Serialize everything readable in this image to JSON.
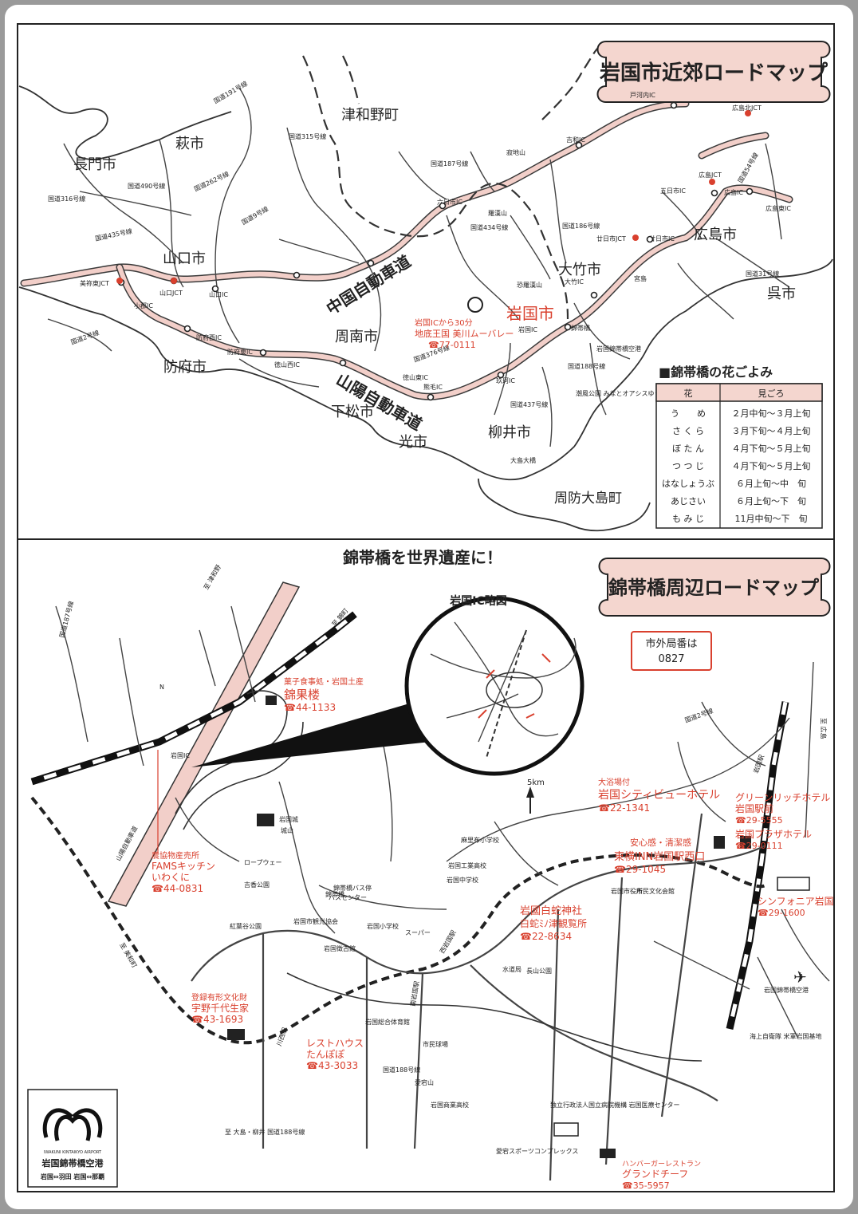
{
  "top_map": {
    "title": "岩国市近郊ロードマップ",
    "cities": [
      "津和野町",
      "萩市",
      "長門市",
      "山口市",
      "防府市",
      "周南市",
      "下松市",
      "光市",
      "柳井市",
      "岩国市",
      "大竹市",
      "広島市",
      "呉市",
      "周防大島町"
    ],
    "expressways": [
      "中国自動車道",
      "山陽自動車道"
    ],
    "small_labels": [
      "国道191号線",
      "国道315号線",
      "国道187号線",
      "国道490号線",
      "国道262号線",
      "国道9号線",
      "国道316号線",
      "国道435号線",
      "国道2号線",
      "国道376号線",
      "国道437号線",
      "国道188号線",
      "国道186号線",
      "国道434号線",
      "国道31号線",
      "国道54号線",
      "美祢東JCT",
      "小郡IC",
      "山口IC",
      "山口JCT",
      "防府西IC",
      "防府東IC",
      "徳山西IC",
      "徳山東IC",
      "熊毛IC",
      "玖珂IC",
      "岩国IC",
      "大竹IC",
      "廿日市JCT",
      "廿日市IC",
      "五日市IC",
      "広島IC",
      "広島JCT",
      "広島北JCT",
      "広島東IC",
      "六日市IC",
      "吉和IC",
      "戸河内IC",
      "宮島",
      "錦帯橋",
      "岩国錦帯橋空港",
      "潮風公園 みなとオアシスゆう",
      "大島大橋",
      "寂地山",
      "羅漢山",
      "恐羅漢山"
    ],
    "attraction": {
      "note": "岩国ICから30分",
      "name": "地底王国 美川ムーバレー",
      "tel": "☎77-0111"
    }
  },
  "flower_calendar": {
    "title": "■錦帯橋の花ごよみ",
    "headers": [
      "花",
      "見ごろ"
    ],
    "rows": [
      [
        "う　　め",
        "２月中旬～３月上旬"
      ],
      [
        "さ く ら",
        "３月下旬～４月上旬"
      ],
      [
        "ぼ た ん",
        "４月下旬～５月上旬"
      ],
      [
        "つ つ じ",
        "４月下旬～５月上旬"
      ],
      [
        "はなしょうぶ",
        "６月上旬～中　旬"
      ],
      [
        "あじさい",
        "６月上旬～下　旬"
      ],
      [
        "も み じ",
        "11月中旬～下　旬"
      ]
    ]
  },
  "slogan": "錦帯橋を世界遺産に！",
  "bottom_map": {
    "title": "錦帯橋周辺ロードマップ",
    "area_code_box": {
      "line1": "市外局番は",
      "line2": "0827"
    },
    "inset_title": "岩国IC略図",
    "listings": [
      {
        "lines": [
          "岩国土産",
          "錦果楼"
        ],
        "tel": "☎44-1133",
        "pre": "菓子食事処・"
      },
      {
        "lines": [
          "農協物産売所",
          "FAMSキッチン",
          "いわくに"
        ],
        "tel": "☎44-0831"
      },
      {
        "lines": [
          "大浴場付",
          "岩国シティビューホテル"
        ],
        "tel": "☎22-1341"
      },
      {
        "lines": [
          "グリーンリッチホテル",
          "岩国駅前"
        ],
        "tel": "☎29-5555"
      },
      {
        "lines": [
          "岩国プラザホテル"
        ],
        "tel": "☎29-0111"
      },
      {
        "lines": [
          "安心感・清潔感",
          "東横INN岩国駅西口"
        ],
        "tel": "☎29-1045"
      },
      {
        "lines": [
          "シンフォニア岩国"
        ],
        "tel": "☎29-1600"
      },
      {
        "lines": [
          "岩國白蛇神社",
          "白蛇ﾐﾉ津観覧所"
        ],
        "tel": "☎22-8634"
      },
      {
        "lines": [
          "登録有形文化財",
          "宇野千代生家"
        ],
        "tel": "☎43-1693"
      },
      {
        "lines": [
          "レストハウス",
          "たんぽぽ"
        ],
        "tel": "☎43-3033"
      },
      {
        "lines": [
          "ハンバーガーレストラン",
          "グランドチーフ"
        ],
        "tel": "☎35-5957"
      }
    ],
    "small_labels": [
      "国道187号線",
      "国道2号線",
      "国道188号線",
      "岩国IC",
      "山陽自動車道",
      "錦帯橋",
      "岩国城",
      "城山",
      "ロープウェー",
      "吉香公園",
      "錦帯橋バス停",
      "バスセンター",
      "岩国市観光協会",
      "岩国徴古館",
      "紅葉谷公園",
      "愛宕山",
      "岩国駅",
      "川西駅",
      "西岩国駅",
      "南岩国駅",
      "岩国市役所",
      "岩国総合体育館",
      "市民球場",
      "岩国工業高校",
      "岩国中学校",
      "岩国小学校",
      "麻里布小学校",
      "岩国商業高校",
      "愛宕スポーツコンプレックス",
      "独立行政法人国立病院機構 岩国医療センター",
      "岩国錦帯橋空港",
      "海上自衛隊 米軍岩国基地",
      "市民文化会館",
      "スーパー",
      "水道局",
      "長山公園",
      "至 大島・柳井 国道188号線",
      "至 広島",
      "至 美和町",
      "至 津和野",
      "至 錦町",
      "5km",
      "N"
    ],
    "logo_text": [
      "IWAKUNI KINTAIKYO AIRPORT",
      "岩国錦帯橋空港",
      "岩国⇔羽田 岩国⇔那覇"
    ]
  },
  "colors": {
    "accent_red": "#d9402e",
    "road_pink": "#f2cfc9",
    "scroll_fill": "#f4d6cf",
    "line": "#222222"
  }
}
